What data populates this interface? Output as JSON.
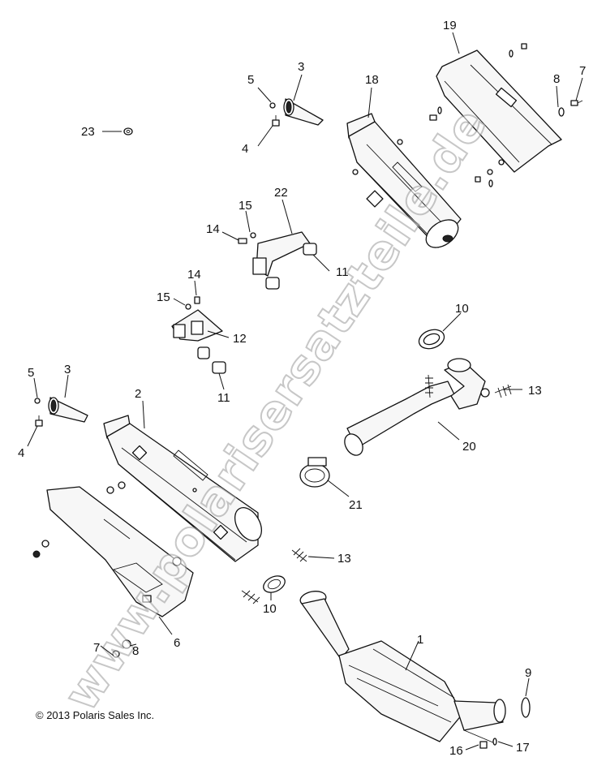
{
  "watermark": "www.polarisersatzteile.de",
  "copyright": "© 2013 Polaris Sales Inc.",
  "callouts": [
    "1",
    "2",
    "3",
    "3",
    "4",
    "4",
    "5",
    "5",
    "6",
    "7",
    "7",
    "8",
    "8",
    "9",
    "10",
    "10",
    "11",
    "11",
    "12",
    "13",
    "13",
    "14",
    "14",
    "15",
    "15",
    "16",
    "17",
    "18",
    "19",
    "20",
    "21",
    "22",
    "23"
  ]
}
